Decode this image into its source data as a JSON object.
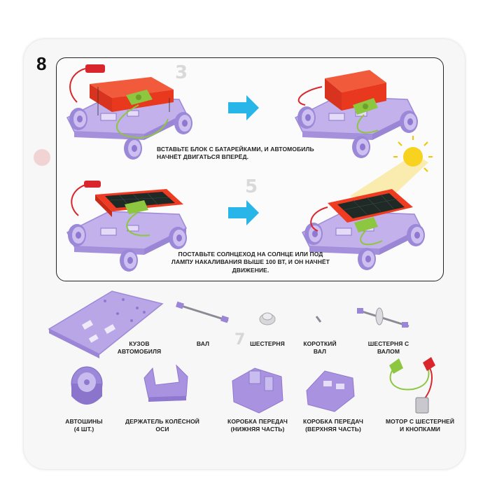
{
  "step": {
    "number": "8"
  },
  "instructions": [
    {
      "text": "ВСТАВЬТЕ БЛОК С БАТАРЕЙКАМИ, И АВТОМОБИЛЬ НАЧНЁТ ДВИГАТЬСЯ ВПЕРЁД."
    },
    {
      "text": "ПОСТАВЬТЕ СОЛНЦЕХОД НА СОЛНЦЕ ИЛИ ПОД ЛАМПУ НАКАЛИВАНИЯ ВЫШЕ 100 ВТ, И ОН НАЧНЁТ ДВИЖЕНИЕ."
    }
  ],
  "parts": [
    {
      "label": "КУЗОВ АВТОМОБИЛЯ"
    },
    {
      "label": "ВАЛ"
    },
    {
      "label": "ШЕСТЕРНЯ"
    },
    {
      "label": "КОРОТКИЙ ВАЛ"
    },
    {
      "label": "ШЕСТЕРНЯ С ВАЛОМ"
    },
    {
      "label": "АВТОШИНЫ (4 ШТ.)"
    },
    {
      "label": "ДЕРЖАТЕЛЬ КОЛЁСНОЙ ОСИ"
    },
    {
      "label": "КОРОБКА ПЕРЕДАЧ (НИЖНЯЯ ЧАСТЬ)"
    },
    {
      "label": "КОРОБКА ПЕРЕДАЧ (ВЕРХНЯЯ ЧАСТЬ)"
    },
    {
      "label": "МОТОР С ШЕСТЕРНЕЙ И КНОПКАМИ"
    }
  ],
  "colors": {
    "chassis": "#b9a6e6",
    "chassis_dark": "#8f78cf",
    "battery_red": "#ef3b22",
    "arrow_blue": "#28b6e8",
    "sun": "#f7d21e",
    "motor_green": "#8dc63f",
    "wire_red": "#d9262c"
  }
}
